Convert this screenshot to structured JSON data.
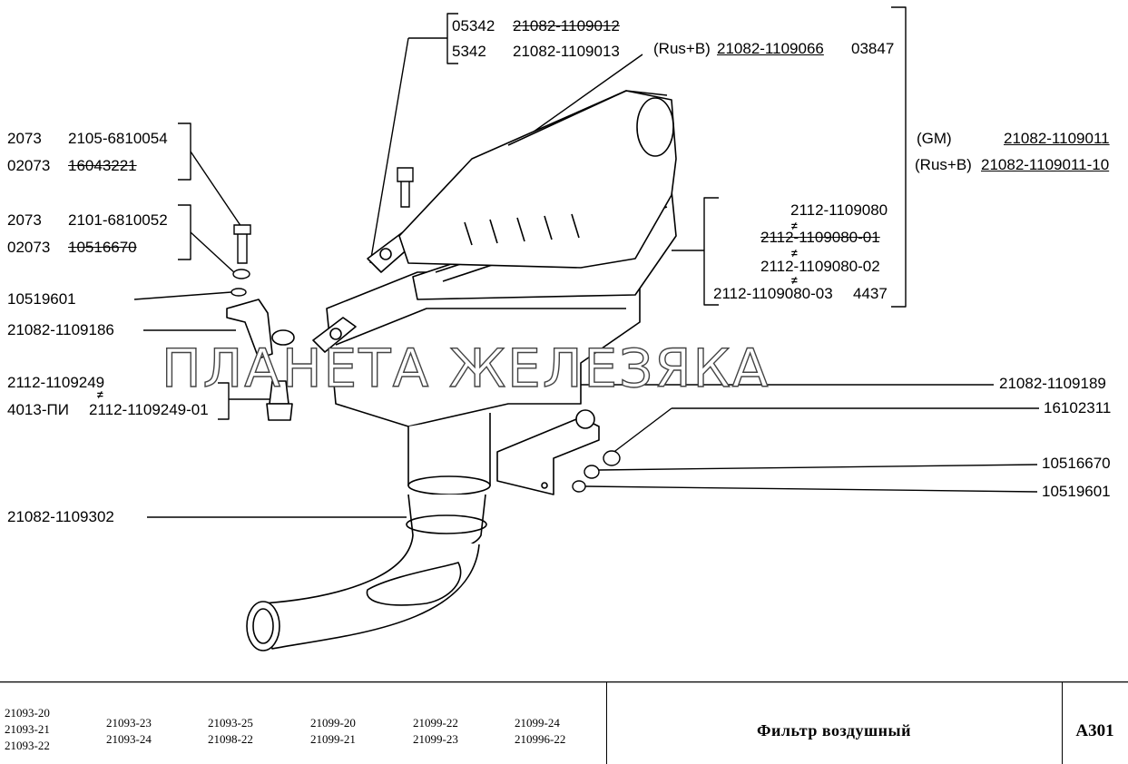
{
  "watermark": "ПЛАНЕТА ЖЕЛЕЗЯКА",
  "callouts": {
    "top_group": {
      "row1_code": "05342",
      "row1_part": "21082-1109012",
      "row2_code": "5342",
      "row2_part": "21082-1109013",
      "rusb_prefix": "(Rus+B)",
      "rusb_part": "21082-1109066",
      "rusb_code": "03847"
    },
    "left_bolt_1": {
      "row1_code": "2073",
      "row1_part": "2105-6810054",
      "row2_code": "02073",
      "row2_part": "16043221"
    },
    "left_bolt_2": {
      "row1_code": "2073",
      "row1_part": "2101-6810052",
      "row2_code": "02073",
      "row2_part": "10516670"
    },
    "washer_left": "10519601",
    "bracket_left": "21082-1109186",
    "sensor": {
      "row1_part": "2112-1109249",
      "row2_code": "4013-ПИ",
      "row2_part": "2112-1109249-01"
    },
    "hose": "21082-1109302",
    "gm": {
      "prefix": "(GM)",
      "part": "21082-1109011"
    },
    "rusb_body": {
      "prefix": "(Rus+B)",
      "part": "21082-1109011-10"
    },
    "filter_elements": {
      "e1": "2112-1109080",
      "e2": "2112-1109080-01",
      "e3": "2112-1109080-02",
      "e4_part": "2112-1109080-03",
      "e4_code": "4437"
    },
    "right_bracket": "21082-1109189",
    "right_nut": "16102311",
    "right_washer_1": "10516670",
    "right_washer_2": "10519601"
  },
  "title_block": {
    "models": [
      [
        "21093-20",
        "21093-21",
        "21093-22"
      ],
      [
        "21093-23",
        "21093-24"
      ],
      [
        "21093-25",
        "21098-22"
      ],
      [
        "21099-20",
        "21099-21"
      ],
      [
        "21099-22",
        "21099-23"
      ],
      [
        "21099-24",
        "210996-22"
      ]
    ],
    "title": "Фильтр воздушный",
    "code": "A301"
  }
}
